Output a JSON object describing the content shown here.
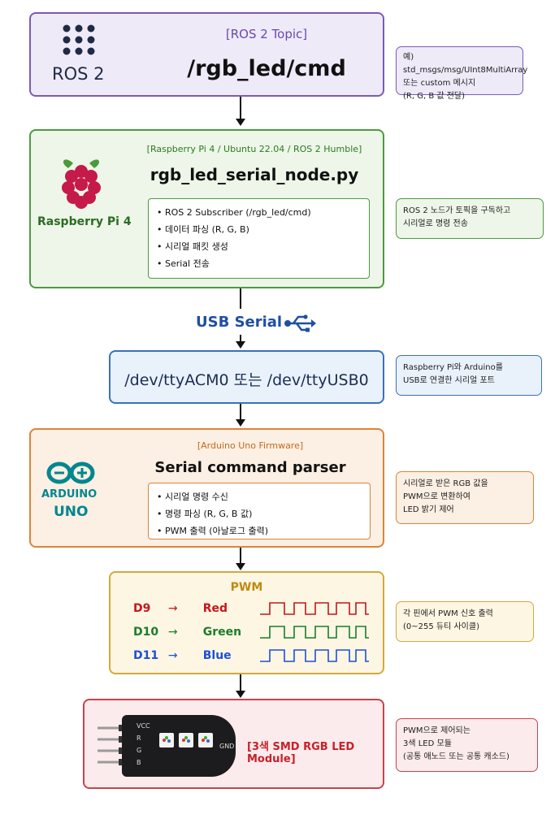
{
  "topic_box": {
    "logo_text": "ROS 2",
    "tag": "[ROS 2 Topic]",
    "title": "/rgb_led/cmd",
    "note": [
      "예) std_msgs/msg/UInt8MultiArray",
      "또는 custom 메시지",
      "(R, G, B 값 전달)"
    ]
  },
  "pi_box": {
    "tag": "[Raspberry Pi 4 / Ubuntu 22.04 / ROS 2 Humble]",
    "title": "rgb_led_serial_node.py",
    "logo_label": "Raspberry Pi 4",
    "items": [
      "• ROS 2 Subscriber (/rgb_led/cmd)",
      "• 데이터 파싱 (R, G, B)",
      "• 시리얼 패킷 생성",
      "• Serial 전송"
    ],
    "note": [
      "ROS 2 노드가 토픽을 구독하고",
      "시리얼로 명령 전송"
    ]
  },
  "usb": {
    "label": "USB Serial"
  },
  "port_box": {
    "title": "/dev/ttyACM0 또는 /dev/ttyUSB0",
    "note": [
      "Raspberry Pi와 Arduino를",
      "USB로 연결한 시리얼 포트"
    ]
  },
  "arduino_box": {
    "tag": "[Arduino Uno Firmware]",
    "title": "Serial command parser",
    "logo_line1": "ARDUINO",
    "logo_line2": "UNO",
    "items": [
      "• 시리얼 명령 수신",
      "• 명령 파싱 (R, G, B 값)",
      "• PWM 출력 (아날로그 출력)"
    ],
    "note": [
      "시리얼로 받은 RGB 값을",
      "PWM으로 변환하여",
      "LED 밝기 제어"
    ]
  },
  "pwm_box": {
    "title": "PWM",
    "rows": [
      {
        "pin": "D9",
        "arrow": "→",
        "color_name": "Red",
        "color": "#c4161c"
      },
      {
        "pin": "D10",
        "arrow": "→",
        "color_name": "Green",
        "color": "#1a7d2b"
      },
      {
        "pin": "D11",
        "arrow": "→",
        "color_name": "Blue",
        "color": "#1f4fd6"
      }
    ],
    "note": [
      "각 핀에서 PWM 신호 출력",
      "(0~255 듀티 사이클)"
    ]
  },
  "led_box": {
    "title": "[3색 SMD RGB LED Module]",
    "pins": [
      "VCC",
      "R",
      "G",
      "B"
    ],
    "gnd": "GND",
    "note": [
      "PWM으로 제어되는",
      "3색 LED 모듈",
      "(공통 애노드 또는 공통 캐소드)"
    ]
  },
  "colors": {
    "topic_bg": "#efeaf8",
    "topic_border": "#7a5bb5",
    "pi_bg": "#edf6e8",
    "pi_border": "#4d9a40",
    "port_bg": "#e9f1fb",
    "port_border": "#3a72b8",
    "ard_bg": "#fcefe3",
    "ard_border": "#d9853a",
    "pwm_bg": "#fdf6e3",
    "pwm_border": "#d2a93b",
    "led_bg": "#fcebec",
    "led_border": "#c8434b"
  }
}
